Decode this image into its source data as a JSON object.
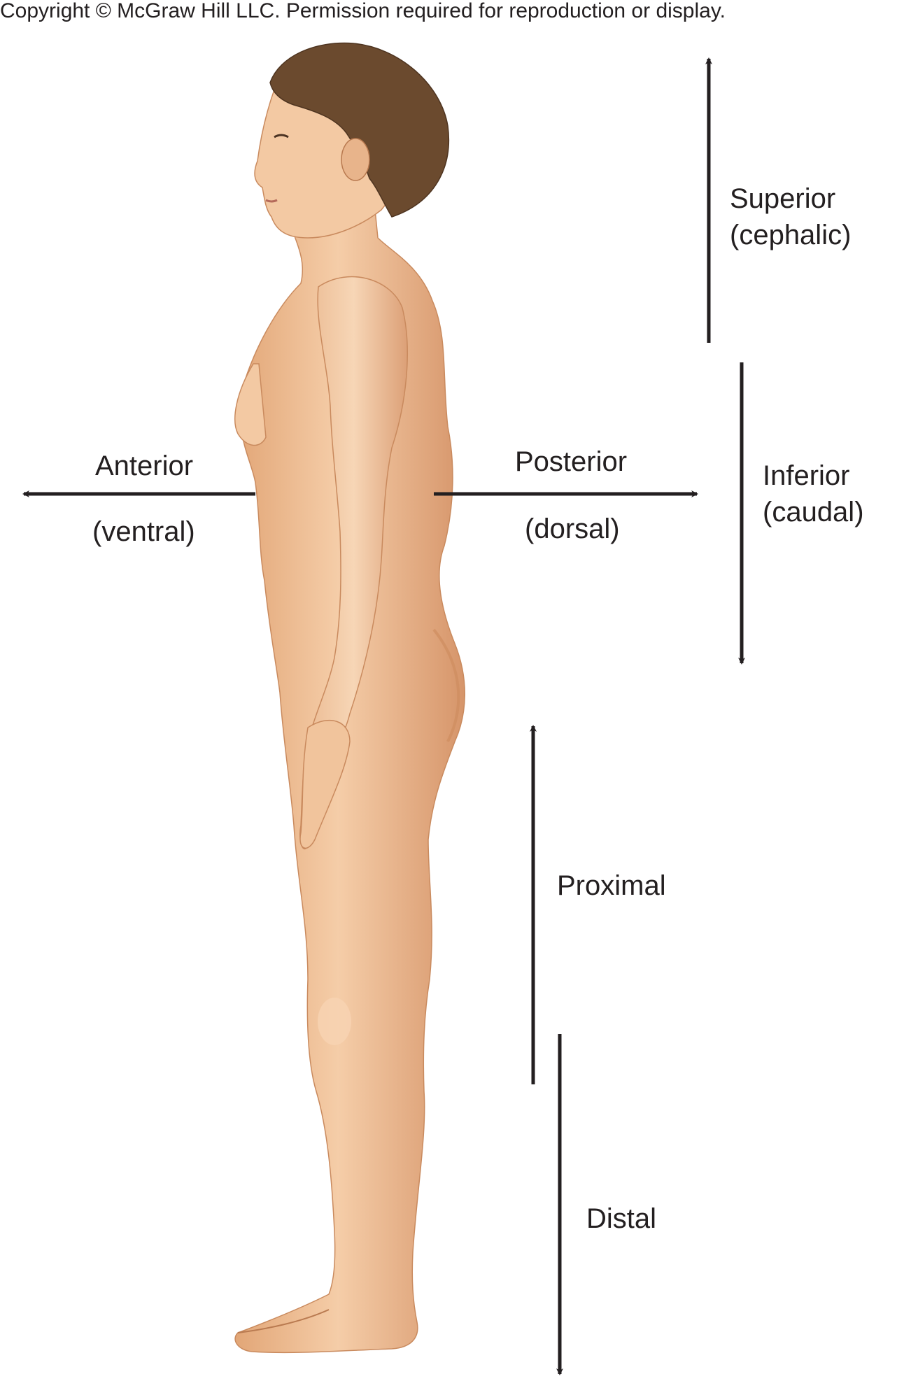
{
  "copyright": "Copyright © McGraw Hill LLC. Permission required for reproduction or display.",
  "labels": {
    "superior": "Superior",
    "cephalic": "(cephalic)",
    "inferior": "Inferior",
    "caudal": "(caudal)",
    "anterior": "Anterior",
    "ventral": "(ventral)",
    "posterior": "Posterior",
    "dorsal": "(dorsal)",
    "proximal": "Proximal",
    "distal": "Distal"
  },
  "colors": {
    "ink": "#231f20",
    "skin": "#f0c49e",
    "skin_shadow": "#d99a6c",
    "hair": "#6b4a2e"
  },
  "icons": {
    "figure": "human-figure-lateral-view",
    "arrows": "arrow"
  }
}
